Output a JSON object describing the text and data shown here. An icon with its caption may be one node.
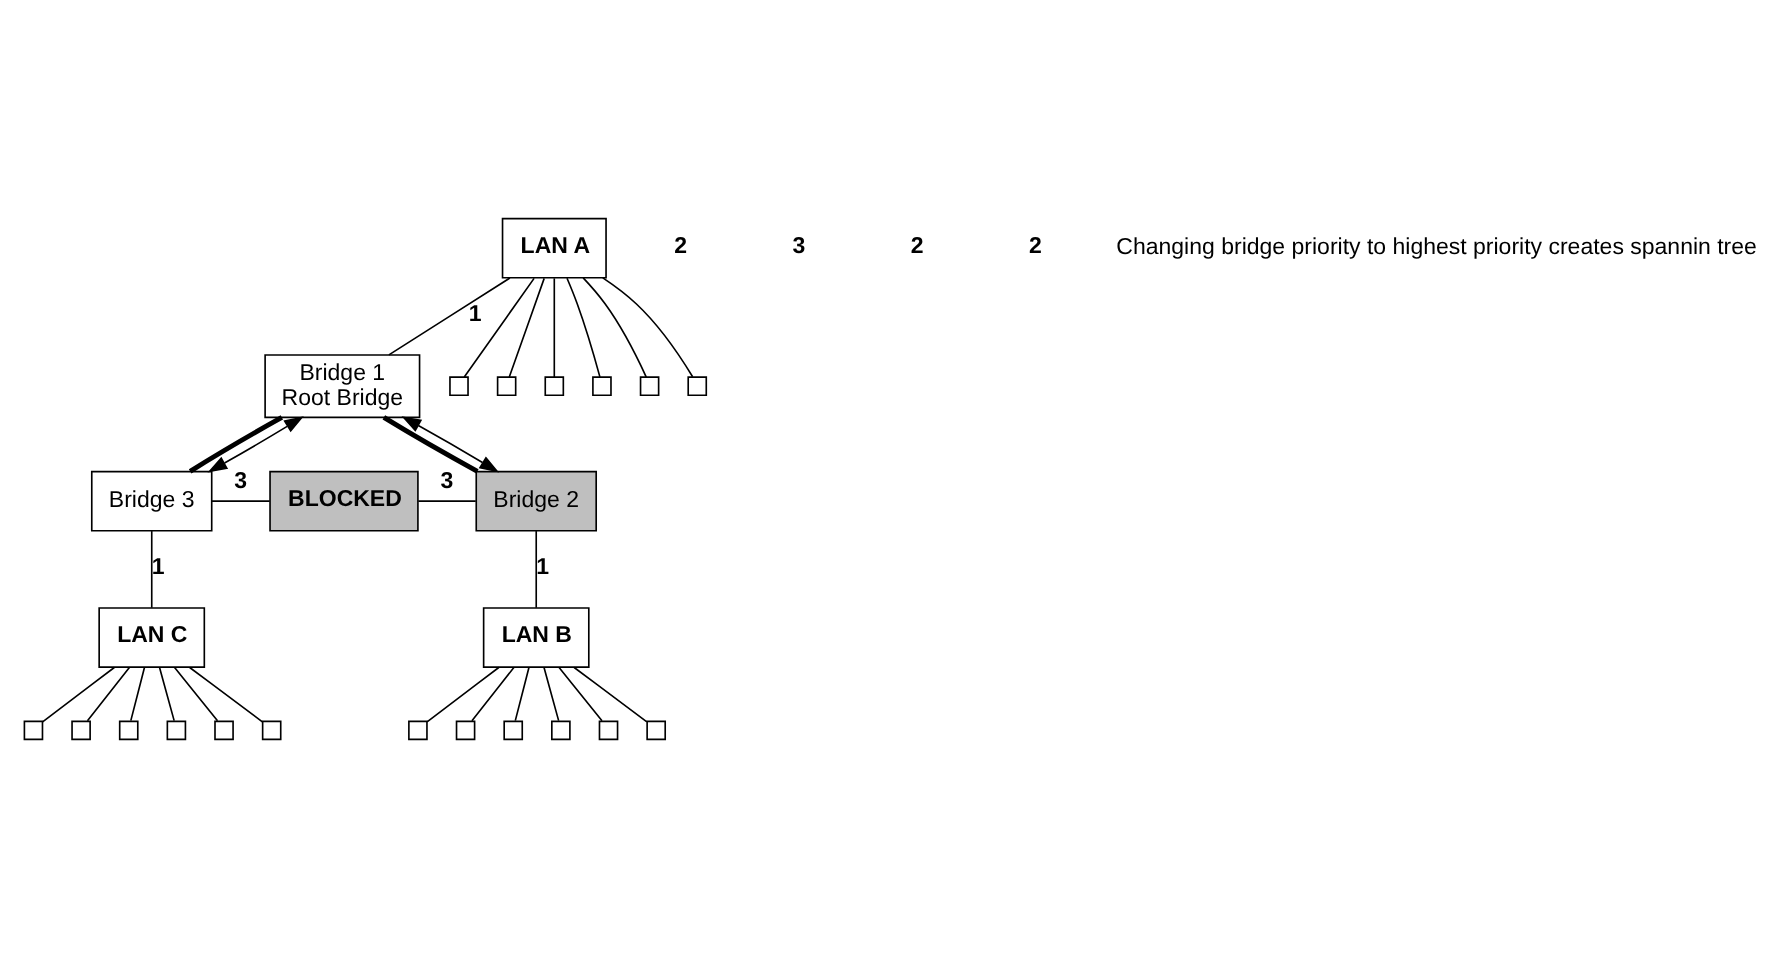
{
  "diagram": {
    "nodes": [
      {
        "text": [
          "LAN A"
        ]
      },
      {
        "text": [
          "Bridge 1",
          "Root Bridge"
        ]
      },
      {
        "text": [
          "Bridge 3"
        ]
      },
      {
        "text": [
          "BLOCKED"
        ]
      },
      {
        "text": [
          "Bridge 2"
        ]
      },
      {
        "text": [
          "LAN C"
        ]
      },
      {
        "text": [
          "LAN B"
        ]
      },
      {
        "text": [],
        "shape": "box"
      },
      {
        "text": [],
        "shape": "box"
      },
      {
        "text": [],
        "shape": "box"
      },
      {
        "text": [],
        "shape": "box"
      },
      {
        "text": [],
        "shape": "box"
      },
      {
        "text": [],
        "shape": "box"
      },
      {
        "text": [],
        "shape": "box"
      },
      {
        "text": [],
        "shape": "box"
      },
      {
        "text": [],
        "shape": "box"
      },
      {
        "text": [],
        "shape": "box"
      },
      {
        "text": [],
        "shape": "box"
      },
      {
        "text": [],
        "shape": "box"
      },
      {
        "text": [],
        "shape": "box"
      },
      {
        "text": [],
        "shape": "box"
      },
      {
        "text": [],
        "shape": "box"
      },
      {
        "text": [],
        "shape": "box"
      },
      {
        "text": [],
        "shape": "box"
      },
      {
        "text": [],
        "shape": "box"
      }
    ],
    "edges": [
      {
        "from": 0,
        "to": 1,
        "arrow": "none",
        "label": "1"
      },
      {
        "from": 1,
        "to": 2,
        "arrow": "none",
        "style": "thick"
      },
      {
        "from": 1,
        "to": 4,
        "arrow": "none",
        "style": "thick"
      },
      {
        "from": 1,
        "to": 2,
        "arrow": "both"
      },
      {
        "from": 1,
        "to": 4,
        "arrow": "both"
      },
      {
        "from": 2,
        "to": 3,
        "arrow": "none",
        "label": "3"
      },
      {
        "from": 3,
        "to": 4,
        "arrow": "none",
        "label": "3"
      },
      {
        "from": 2,
        "to": 5,
        "arrow": "none",
        "label": "1"
      },
      {
        "from": 4,
        "to": 6,
        "arrow": "none",
        "label": "1"
      },
      {
        "from": 0,
        "to": 7,
        "arrow": "none"
      },
      {
        "from": 0,
        "to": 8,
        "arrow": "none"
      },
      {
        "from": 0,
        "to": 9,
        "arrow": "none"
      },
      {
        "from": 0,
        "to": 10,
        "arrow": "none"
      },
      {
        "from": 0,
        "to": 11,
        "arrow": "none"
      },
      {
        "from": 0,
        "to": 12,
        "arrow": "none"
      },
      {
        "from": 5,
        "to": 13,
        "arrow": "none"
      },
      {
        "from": 5,
        "to": 14,
        "arrow": "none"
      },
      {
        "from": 5,
        "to": 15,
        "arrow": "none"
      },
      {
        "from": 5,
        "to": 16,
        "arrow": "none"
      },
      {
        "from": 5,
        "to": 17,
        "arrow": "none"
      },
      {
        "from": 5,
        "to": 18,
        "arrow": "none"
      },
      {
        "from": 6,
        "to": 19,
        "arrow": "none"
      },
      {
        "from": 6,
        "to": 20,
        "arrow": "none"
      },
      {
        "from": 6,
        "to": 21,
        "arrow": "none"
      },
      {
        "from": 6,
        "to": 22,
        "arrow": "none"
      },
      {
        "from": 6,
        "to": 23,
        "arrow": "none"
      },
      {
        "from": 6,
        "to": 24,
        "arrow": "none"
      }
    ],
    "labels": [
      "2",
      "3",
      "2",
      "2",
      "Changing bridge priority to highest priority creates spannin tree"
    ]
  }
}
